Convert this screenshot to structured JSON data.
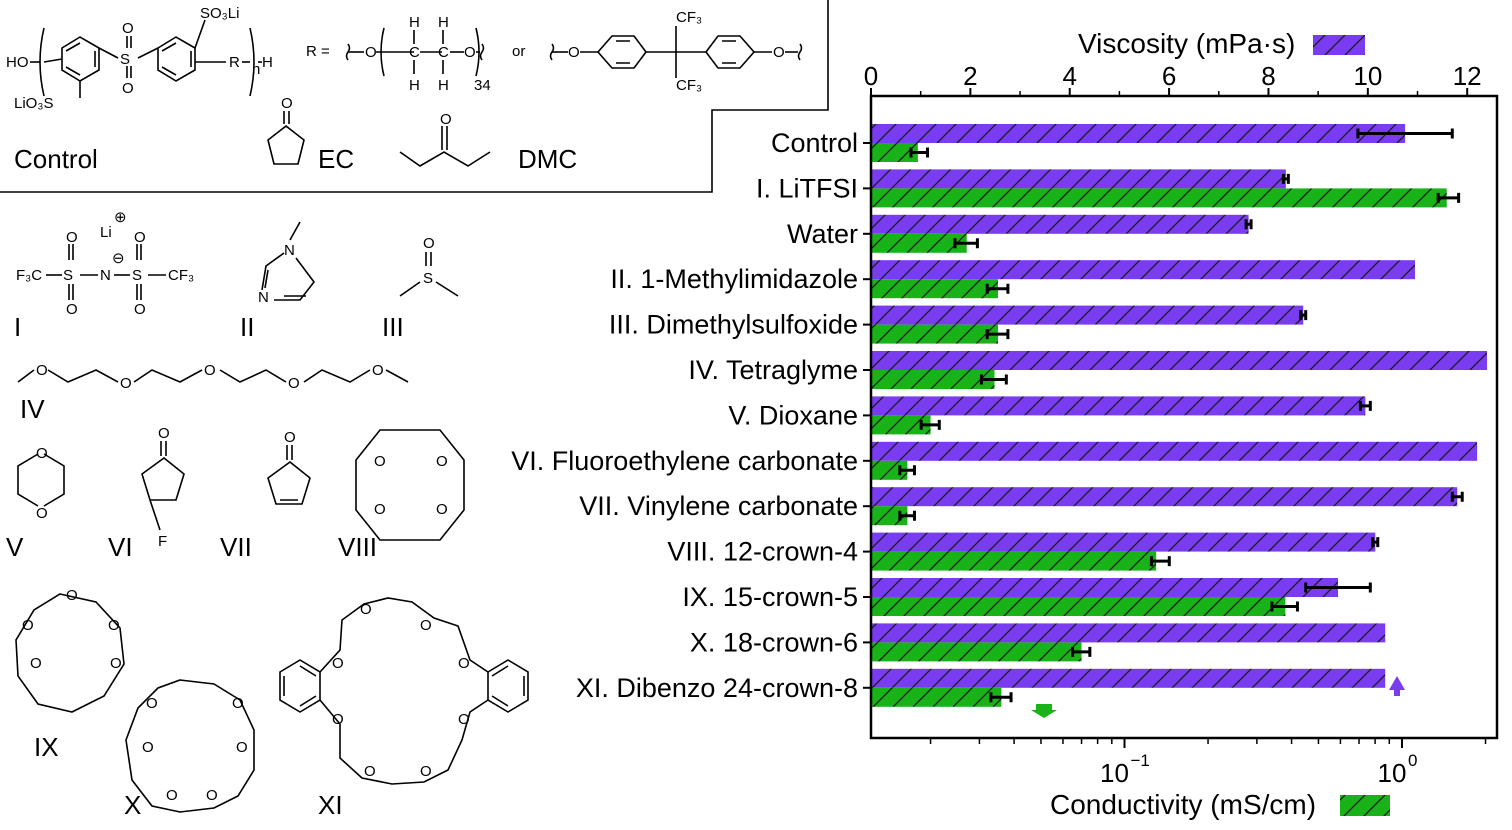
{
  "chart_data": {
    "type": "bar",
    "orientation": "horizontal",
    "categories": [
      "Control",
      "I. LiTFSI",
      "Water",
      "II. 1-Methylimidazole",
      "III. Dimethylsulfoxide",
      "IV. Tetraglyme",
      "V. Dioxane",
      "VI. Fluoroethylene carbonate",
      "VII. Vinylene carbonate",
      "VIII. 12-crown-4",
      "IX. 15-crown-5",
      "X. 18-crown-6",
      "XI. Dibenzo 24-crown-8"
    ],
    "series": [
      {
        "name": "Viscosity (mPa·s)",
        "axis": "top",
        "scale": "linear",
        "color": "#7a3cf0",
        "values": [
          10.75,
          8.35,
          7.6,
          10.95,
          8.7,
          12.4,
          9.95,
          12.2,
          11.8,
          10.15,
          9.4,
          10.35,
          10.35
        ],
        "errors": [
          0.95,
          0.05,
          0.05,
          0,
          0.05,
          0,
          0.1,
          0,
          0.1,
          0.05,
          0.65,
          0,
          0
        ]
      },
      {
        "name": "Conductivity (mS/cm)",
        "axis": "bottom",
        "scale": "log",
        "color": "#19b319",
        "values": [
          0.018,
          1.45,
          0.027,
          0.035,
          0.035,
          0.034,
          0.02,
          0.0165,
          0.0165,
          0.13,
          0.38,
          0.07,
          0.036
        ],
        "errors_lo": [
          0.017,
          1.35,
          0.0245,
          0.032,
          0.032,
          0.0305,
          0.0185,
          0.0155,
          0.0155,
          0.125,
          0.34,
          0.065,
          0.033
        ],
        "errors_hi": [
          0.0195,
          1.6,
          0.0295,
          0.038,
          0.038,
          0.0375,
          0.0215,
          0.0175,
          0.0175,
          0.145,
          0.42,
          0.075,
          0.039
        ]
      }
    ],
    "top_axis": {
      "label": "Viscosity (mPa·s)",
      "ticks": [
        "0",
        "2",
        "4",
        "6",
        "8",
        "10",
        "12"
      ],
      "lim": [
        0,
        12.6
      ]
    },
    "bottom_axis": {
      "label": "Conductivity (mS/cm)",
      "tick_labels": [
        {
          "base": "10",
          "exp": "−1"
        },
        {
          "base": "10",
          "exp": "0"
        }
      ],
      "lim": [
        0.0122,
        2.2
      ]
    },
    "arrows": [
      {
        "series": "Viscosity (mPa·s)",
        "direction": "up",
        "color": "#7a3cf0"
      },
      {
        "series": "Conductivity (mS/cm)",
        "direction": "down",
        "color": "#19b319"
      }
    ]
  },
  "structures": {
    "control_label": "Control",
    "ec_label": "EC",
    "dmc_label": "DMC",
    "r_equals": "R =",
    "or_text": "or",
    "roman": [
      "I",
      "II",
      "III",
      "IV",
      "V",
      "VI",
      "VII",
      "VIII",
      "IX",
      "X",
      "XI"
    ],
    "atoms": {
      "ho": "HO",
      "h": "H",
      "n_sub": "n",
      "r": "R",
      "so3li": "SO₃Li",
      "lio3s": "LiO₃S",
      "o": "O",
      "s": "S",
      "n": "N",
      "f": "F",
      "c": "C",
      "cf3": "CF₃",
      "f3c": "F₃C",
      "li": "Li",
      "plus": "⊕",
      "minus": "⊖",
      "sub34": "34"
    }
  }
}
